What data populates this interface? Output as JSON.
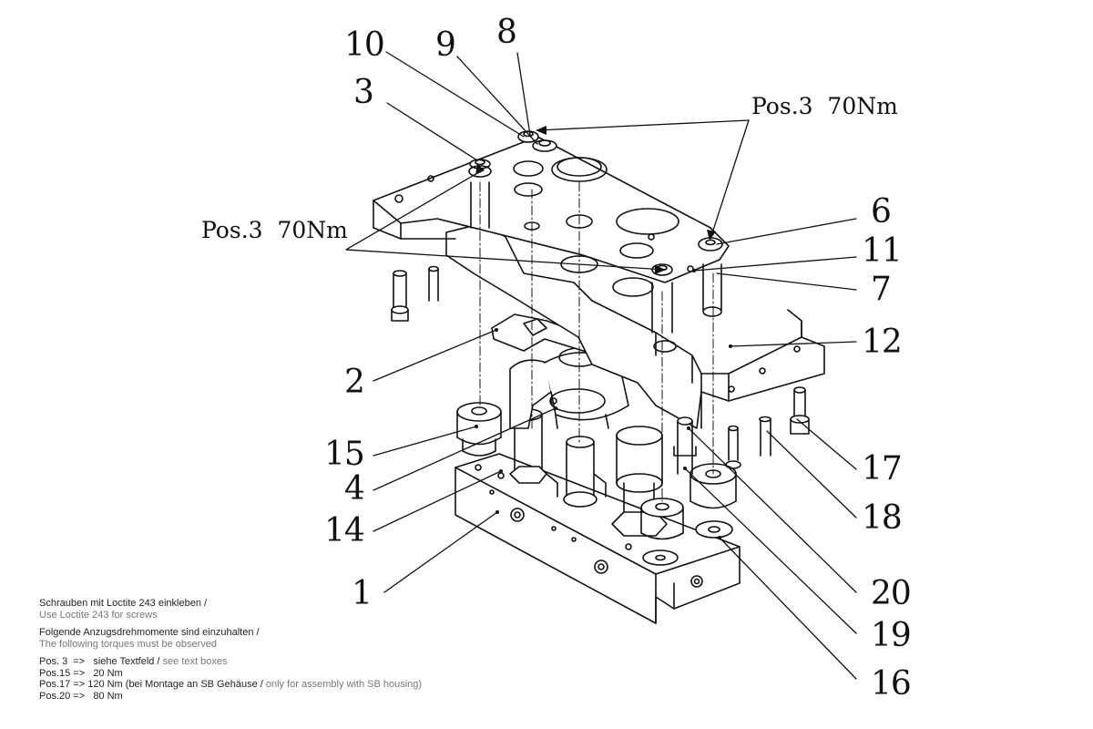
{
  "callouts": {
    "c1": "1",
    "c2": "2",
    "c3": "3",
    "c4": "4",
    "c6": "6",
    "c7": "7",
    "c8": "8",
    "c9": "9",
    "c10": "10",
    "c11": "11",
    "c12": "12",
    "c14": "14",
    "c15": "15",
    "c16": "16",
    "c17": "17",
    "c18": "18",
    "c19": "19",
    "c20": "20"
  },
  "torque_labels": {
    "right": "Pos.3  70Nm",
    "left": "Pos.3  70Nm"
  },
  "notes": {
    "loctite_de": "Schrauben mit Loctite 243 einkleben /",
    "loctite_en": "Use Loctite 243 for screws",
    "torque_de": "Folgende Anzugsdrehmomente sind einzuhalten /",
    "torque_en": "The following torques must be observed",
    "pos3_de": "Pos. 3  =>   siehe Textfeld / ",
    "pos3_en": "see text boxes",
    "pos15": "Pos.15 =>   20 Nm",
    "pos17_de": "Pos.17 => 120 Nm (bei Montage an SB Gehäuse / ",
    "pos17_en": "only for assembly with SB housing)",
    "pos20": "Pos.20 =>   80 Nm"
  }
}
